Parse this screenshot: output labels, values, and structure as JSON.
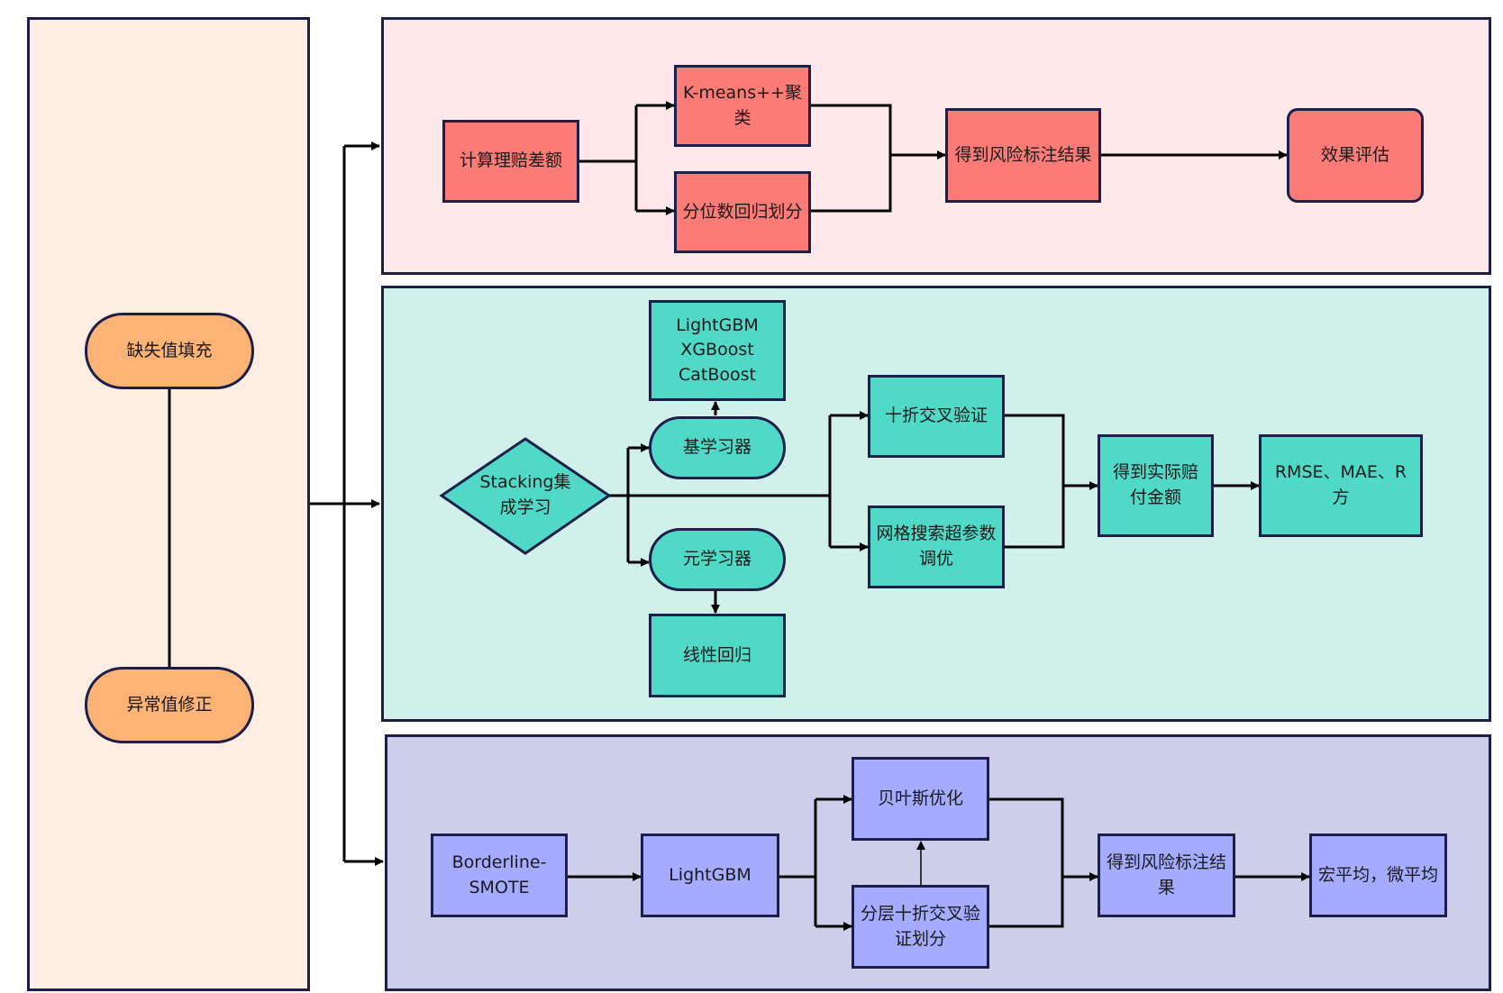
{
  "colors": {
    "left_panel_bg": "#fdede2",
    "top_panel_bg": "#fde9e9",
    "mid_panel_bg": "#d0f0e9",
    "bottom_panel_bg": "#cdcfea",
    "border": "#1c1f4a",
    "red_node": "#fb7b76",
    "teal_node": "#4fd9c6",
    "blue_node": "#a5abff",
    "orange_node": "#fdb276"
  },
  "preprocessing": {
    "fill_missing": "缺失值填充",
    "outlier_fix": "异常值修正"
  },
  "top_flow": {
    "claim_diff": "计算理赔差额",
    "kmeans": "K-means++聚\n类",
    "quantile": "分位数回归划分",
    "risk_label": "得到风险标注结果",
    "evaluate": "效果评估"
  },
  "middle_flow": {
    "stacking": "Stacking集\n成学习",
    "base_models": "LightGBM\nXGBoost\nCatBoost",
    "base_learner": "基学习器",
    "meta_learner": "元学习器",
    "linear_reg": "线性回归",
    "ten_fold": "十折交叉验证",
    "grid_search": "网格搜索超参数\n调优",
    "actual_claim": "得到实际赔\n付金额",
    "metrics": "RMSE、MAE、R方"
  },
  "bottom_flow": {
    "smote": "Borderline-\nSMOTE",
    "lightgbm": "LightGBM",
    "bayes": "贝叶斯优化",
    "stratified": "分层十折交叉验\n证划分",
    "risk_label": "得到风险标注结\n果",
    "avg": "宏平均，微平均"
  }
}
